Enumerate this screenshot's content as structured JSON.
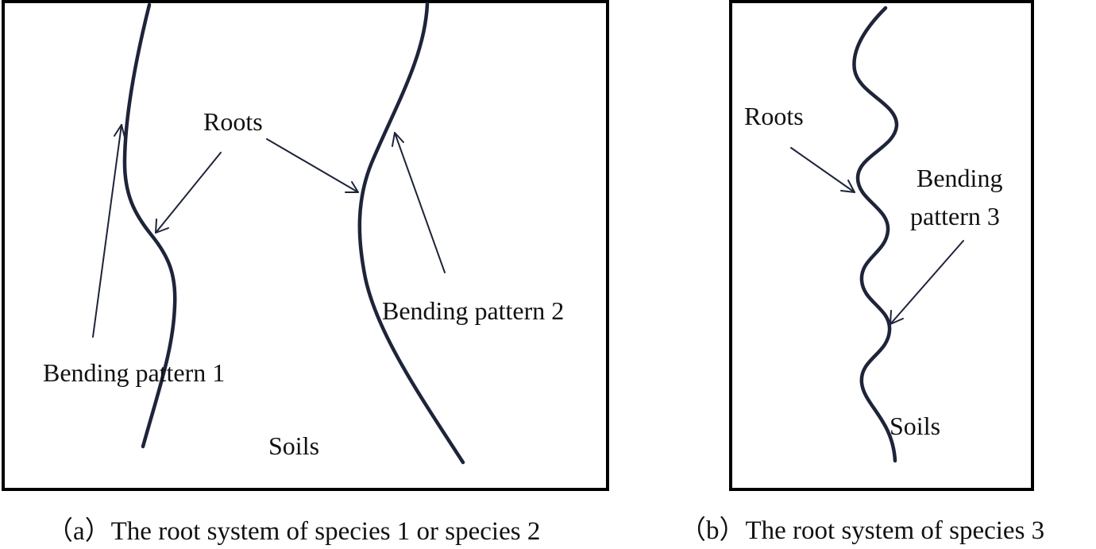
{
  "colors": {
    "root": "#1e2439",
    "frame": "#000000",
    "arrow": "#1e2439",
    "text": "#111111"
  },
  "panel_a": {
    "roots_label": "Roots",
    "pattern1_label": "Bending pattern 1",
    "pattern2_label": "Bending pattern 2",
    "soils_label": "Soils",
    "caption": "（a）The root system of species 1 or species 2"
  },
  "panel_b": {
    "roots_label": "Roots",
    "pattern3_line1": "Bending",
    "pattern3_line2": "pattern 3",
    "soils_label": "Soils",
    "caption": "（b）The root  system of species 3"
  }
}
